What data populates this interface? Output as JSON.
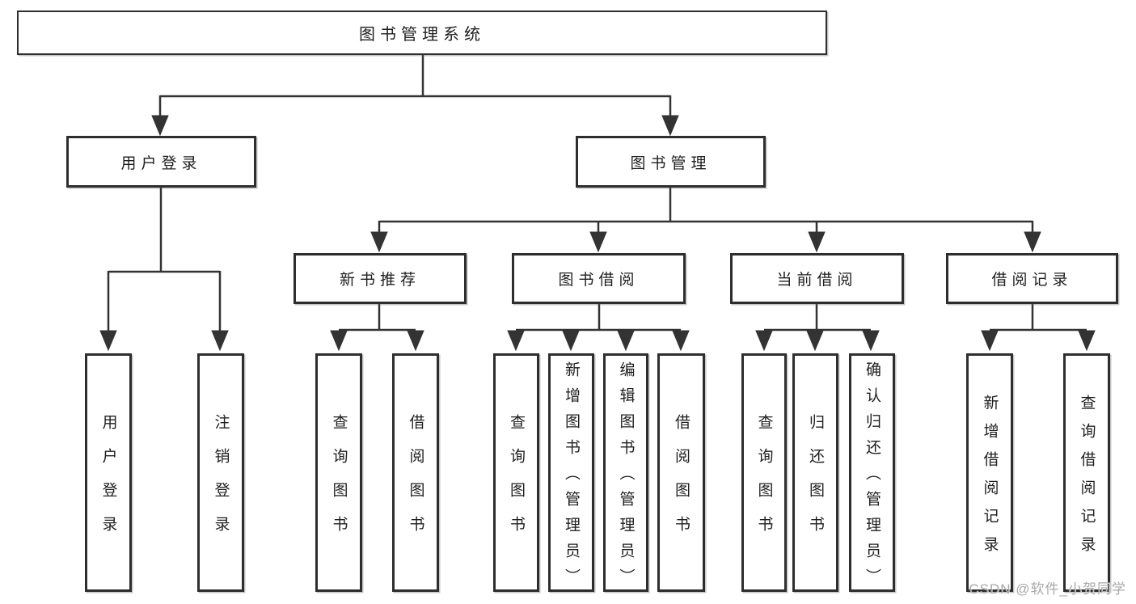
{
  "diagram": {
    "root": {
      "label": "图书管理系统"
    },
    "level1": [
      {
        "label": "用户登录"
      },
      {
        "label": "图书管理"
      }
    ],
    "level2": [
      {
        "label": "新书推荐"
      },
      {
        "label": "图书借阅"
      },
      {
        "label": "当前借阅"
      },
      {
        "label": "借阅记录"
      }
    ],
    "leaves": [
      {
        "id": "user-login",
        "label": "用户登录"
      },
      {
        "id": "logout",
        "label": "注销登录"
      },
      {
        "id": "rec-query-books",
        "label": "查询图书"
      },
      {
        "id": "rec-borrow-books",
        "label": "借阅图书"
      },
      {
        "id": "borrow-query-books",
        "label": "查询图书"
      },
      {
        "id": "borrow-add-books",
        "label": "新增图书（管理员）"
      },
      {
        "id": "borrow-edit-books",
        "label": "编辑图书（管理员）"
      },
      {
        "id": "borrow-borrow-books",
        "label": "借阅图书"
      },
      {
        "id": "current-query-books",
        "label": "查询图书"
      },
      {
        "id": "current-return-books",
        "label": "归还图书"
      },
      {
        "id": "current-confirm-return",
        "label": "确认归还（管理员）"
      },
      {
        "id": "record-add-record",
        "label": "新增借阅记录"
      },
      {
        "id": "record-query-record",
        "label": "查询借阅记录"
      }
    ]
  },
  "watermark": {
    "text": "CSDN @软件_小贺同学"
  },
  "colors": {
    "background": "#ffffff",
    "box_border": "#2e2e2e",
    "line": "#333333",
    "text": "#1f1f1f",
    "watermark": "#a8a8a8"
  }
}
